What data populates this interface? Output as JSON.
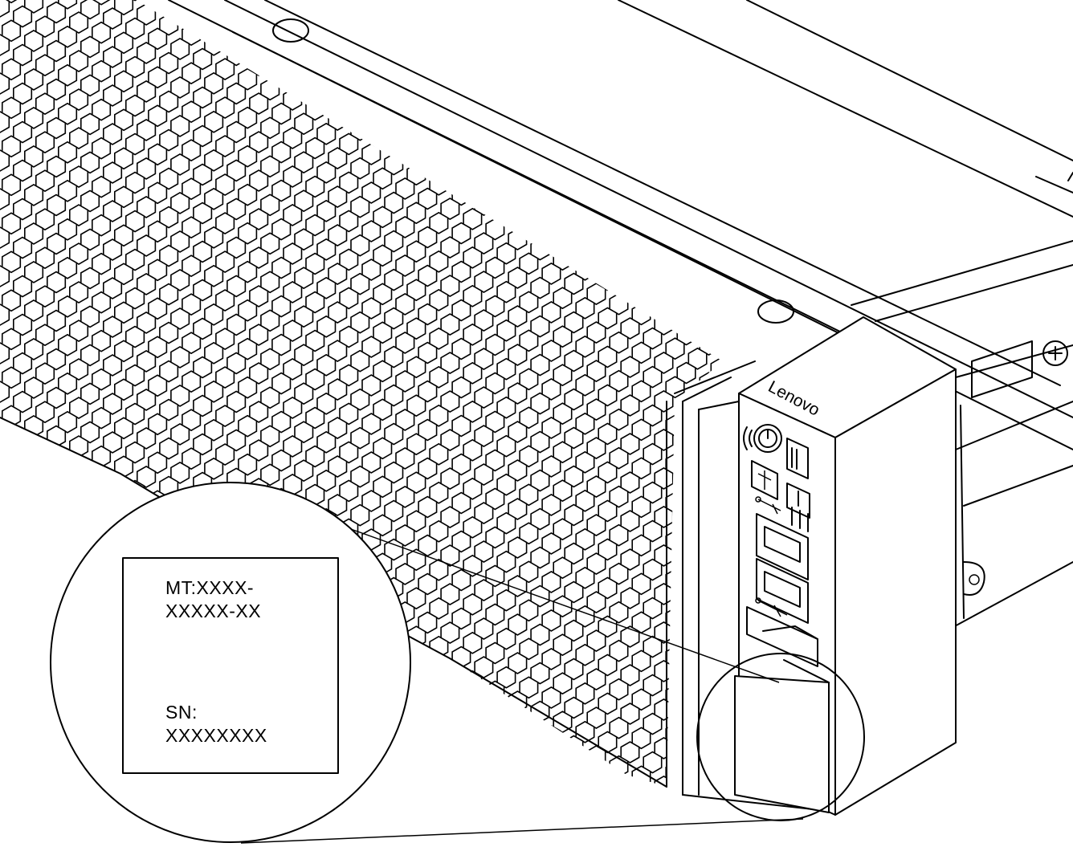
{
  "brand": {
    "name": "Lenovo"
  },
  "label": {
    "mt_line1": "MT:XXXX-",
    "mt_line2": "XXXXX-XX",
    "sn_line1": "SN:",
    "sn_line2": "XXXXXXXX"
  },
  "icons": {
    "power": "power-button-icon",
    "id": "id-button-icon",
    "network": "network-activity-icon",
    "error": "system-error-icon",
    "usb_top": "usb-icon",
    "usb_bottom": "usb-icon",
    "screw": "screw-icon"
  },
  "colors": {
    "stroke": "#000000",
    "background": "#ffffff"
  }
}
